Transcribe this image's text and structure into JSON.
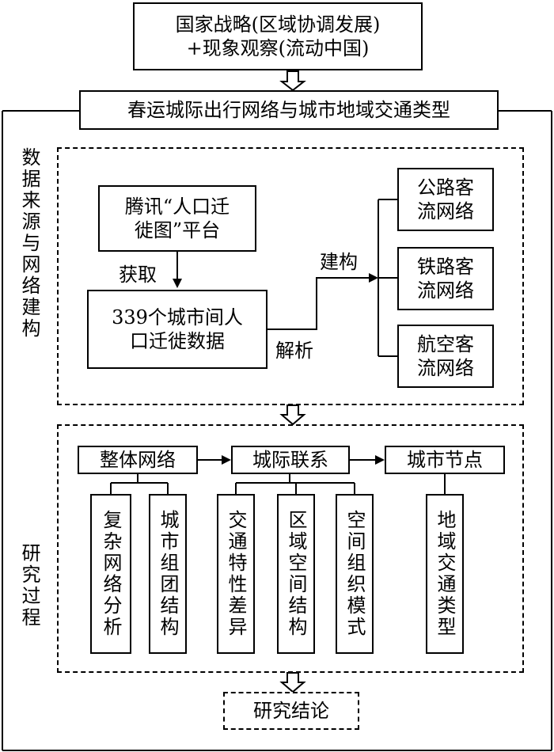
{
  "top": {
    "line1": "国家战略(区域协调发展)",
    "line2": "+现象观察(流动中国)"
  },
  "title": "春运城际出行网络与城市地域交通类型",
  "side_labels": {
    "data": "数据来源与网络建构",
    "research": "研究过程"
  },
  "data_section": {
    "source": "腾讯“人口迁\n徙图”平台",
    "acquire_label": "获取",
    "dataset": "339个城市间人\n口迁徙数据",
    "parse_label": "解析",
    "build_label": "建构",
    "networks": [
      "公路客\n流网络",
      "铁路客\n流网络",
      "航空客\n流网络"
    ]
  },
  "research_section": {
    "headers": [
      "整体网络",
      "城际联系",
      "城市节点"
    ],
    "items": [
      "复杂网络分析",
      "城市组团结构",
      "交通特性差异",
      "区域空间结构",
      "空间组织模式",
      "地域交通类型"
    ]
  },
  "conclusion": "研究结论"
}
